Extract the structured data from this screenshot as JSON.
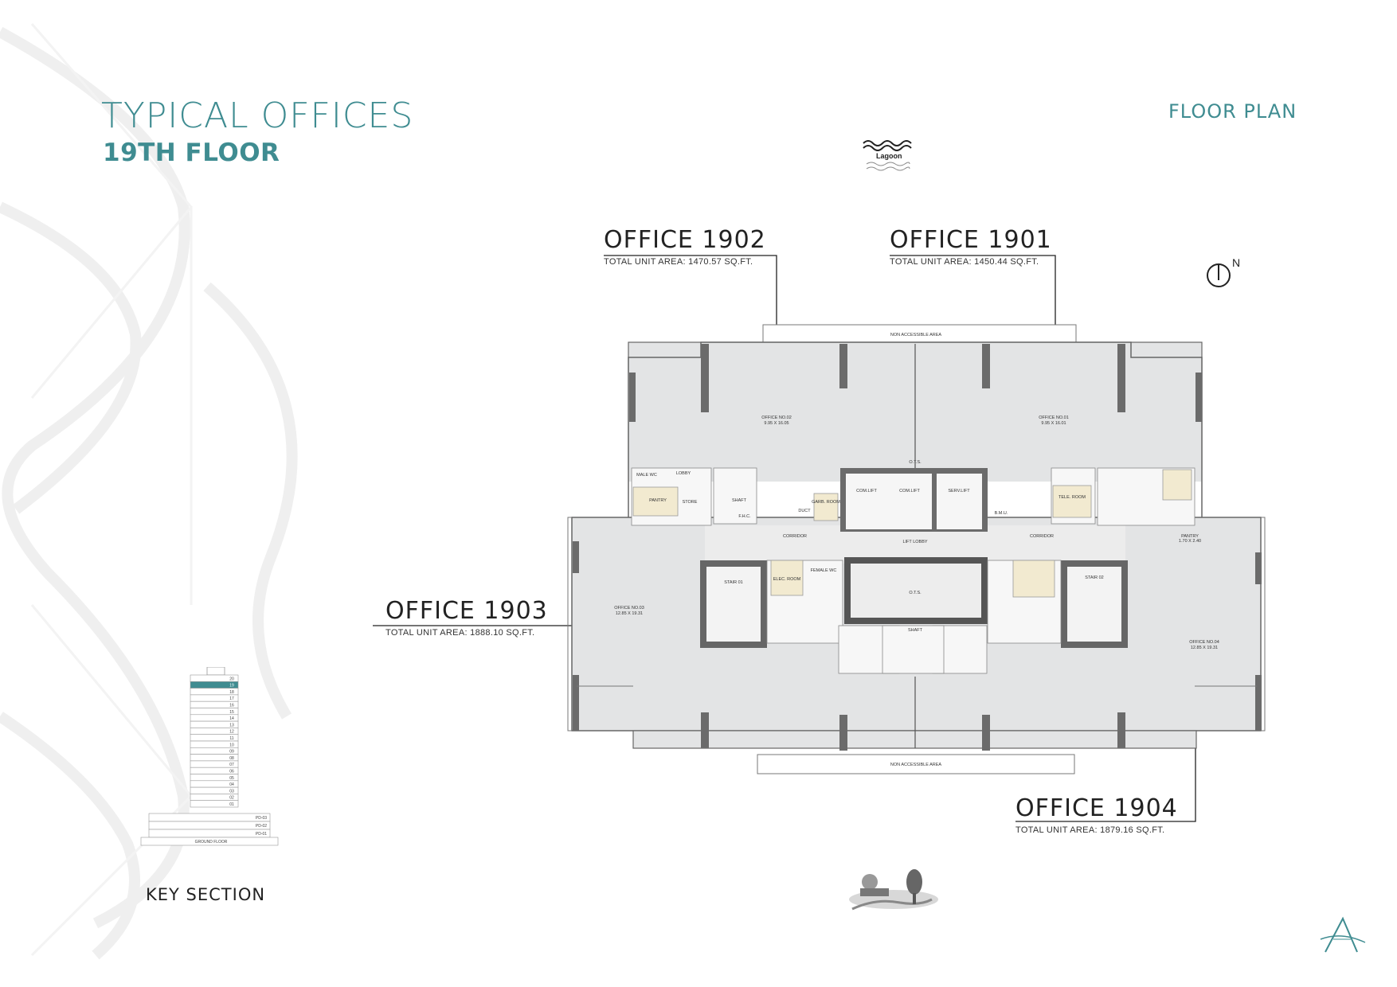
{
  "header": {
    "title": "TYPICAL OFFICES",
    "subtitle": "19TH FLOOR",
    "right_label": "FLOOR PLAN"
  },
  "compass": {
    "label": "N"
  },
  "lagoon": {
    "label": "Lagoon"
  },
  "offices": [
    {
      "name": "OFFICE 1902",
      "area": "TOTAL UNIT AREA: 1470.57 SQ.FT."
    },
    {
      "name": "OFFICE 1901",
      "area": "TOTAL UNIT AREA: 1450.44 SQ.FT."
    },
    {
      "name": "OFFICE 1903",
      "area": "TOTAL UNIT AREA: 1888.10 SQ.FT."
    },
    {
      "name": "OFFICE 1904",
      "area": "TOTAL UNIT AREA: 1879.16 SQ.FT."
    }
  ],
  "plan_labels": {
    "non_accessible_top": "NON ACCESSIBLE AREA",
    "non_accessible_bottom": "NON ACCESSIBLE AREA",
    "office_no_02": "OFFICE NO.02",
    "office_no_02_dim": "9.95 X 16.05",
    "office_no_01": "OFFICE NO.01",
    "office_no_01_dim": "9.95 X 16.01",
    "office_no_03": "OFFICE NO.03",
    "office_no_03_dim": "12.85 X 19.31",
    "office_no_04": "OFFICE NO.04",
    "office_no_04_dim": "12.85 X 19.31",
    "corridor_left": "CORRIDOR",
    "corridor_right": "CORRIDOR",
    "lift_lobby": "LIFT LOBBY",
    "otc_top": "O.T.S.",
    "otc_center": "O.T.S.",
    "com_lift_1": "COM.LIFT",
    "com_lift_2": "COM.LIFT",
    "serv_lift": "SERV.LIFT",
    "shaft_center": "SHAFT",
    "stair_01": "STAIR 01",
    "stair_02": "STAIR 02",
    "elec_room": "ELEC. ROOM",
    "tele_room": "TELE. ROOM",
    "garb_room": "GARB. ROOM",
    "male_wc": "MALE WC",
    "female_wc": "FEMALE WC",
    "lobby": "LOBBY",
    "pantry": "PANTRY",
    "store": "STORE",
    "shaft": "SHAFT",
    "fhc": "F.H.C.",
    "duct": "DUCT",
    "bmu": "B.M.U.",
    "pantry_right": "PANTRY",
    "pantry_right_dim": "1.70 X 2.40"
  },
  "key_section": {
    "title": "KEY SECTION",
    "highlight_floor": "19",
    "floors": [
      "20",
      "19",
      "18",
      "17",
      "16",
      "15",
      "14",
      "13",
      "12",
      "11",
      "10",
      "09",
      "08",
      "07",
      "06",
      "05",
      "04",
      "03",
      "02",
      "01"
    ],
    "podiums": [
      "PD-03",
      "PD-02",
      "PD-01"
    ],
    "ground": "GROUND FLOOR"
  },
  "colors": {
    "accent": "#3f8c91",
    "office_fill": "#e3e4e5",
    "core_fill": "#f1f1f1",
    "highlight": "#3f8c91",
    "room_tan": "#f2ead0"
  }
}
